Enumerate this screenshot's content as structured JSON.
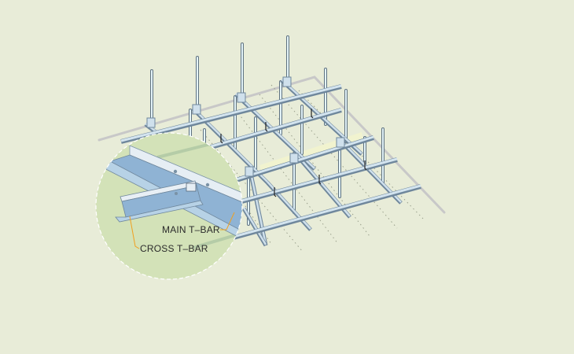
{
  "diagram": {
    "subject": "Suspended ceiling T-bar grid system (isometric)",
    "callout": {
      "shape": "circle",
      "description": "Magnified detail of main T-bar and cross T-bar connection",
      "labels": {
        "main_tbar": "MAIN T‒BAR",
        "cross_tbar": "CROSS T‒BAR"
      }
    },
    "components": [
      "hanger-rod",
      "main-t-bar",
      "cross-t-bar",
      "wall-angle-perimeter",
      "splice-clip"
    ],
    "hanger_count_visible": 7
  },
  "colors": {
    "background": "#e8ecd8",
    "callout_fill": "#d3e2b8",
    "callout_border": "#ffffff",
    "tbar_face": "#8fb3d4",
    "tbar_light": "#c9dcea",
    "tbar_edge": "#6f879c",
    "perimeter": "#c8c8c8",
    "hanger": "#dff0f6",
    "leader_line": "#f0a020",
    "label_text": "#2b2b2b"
  }
}
